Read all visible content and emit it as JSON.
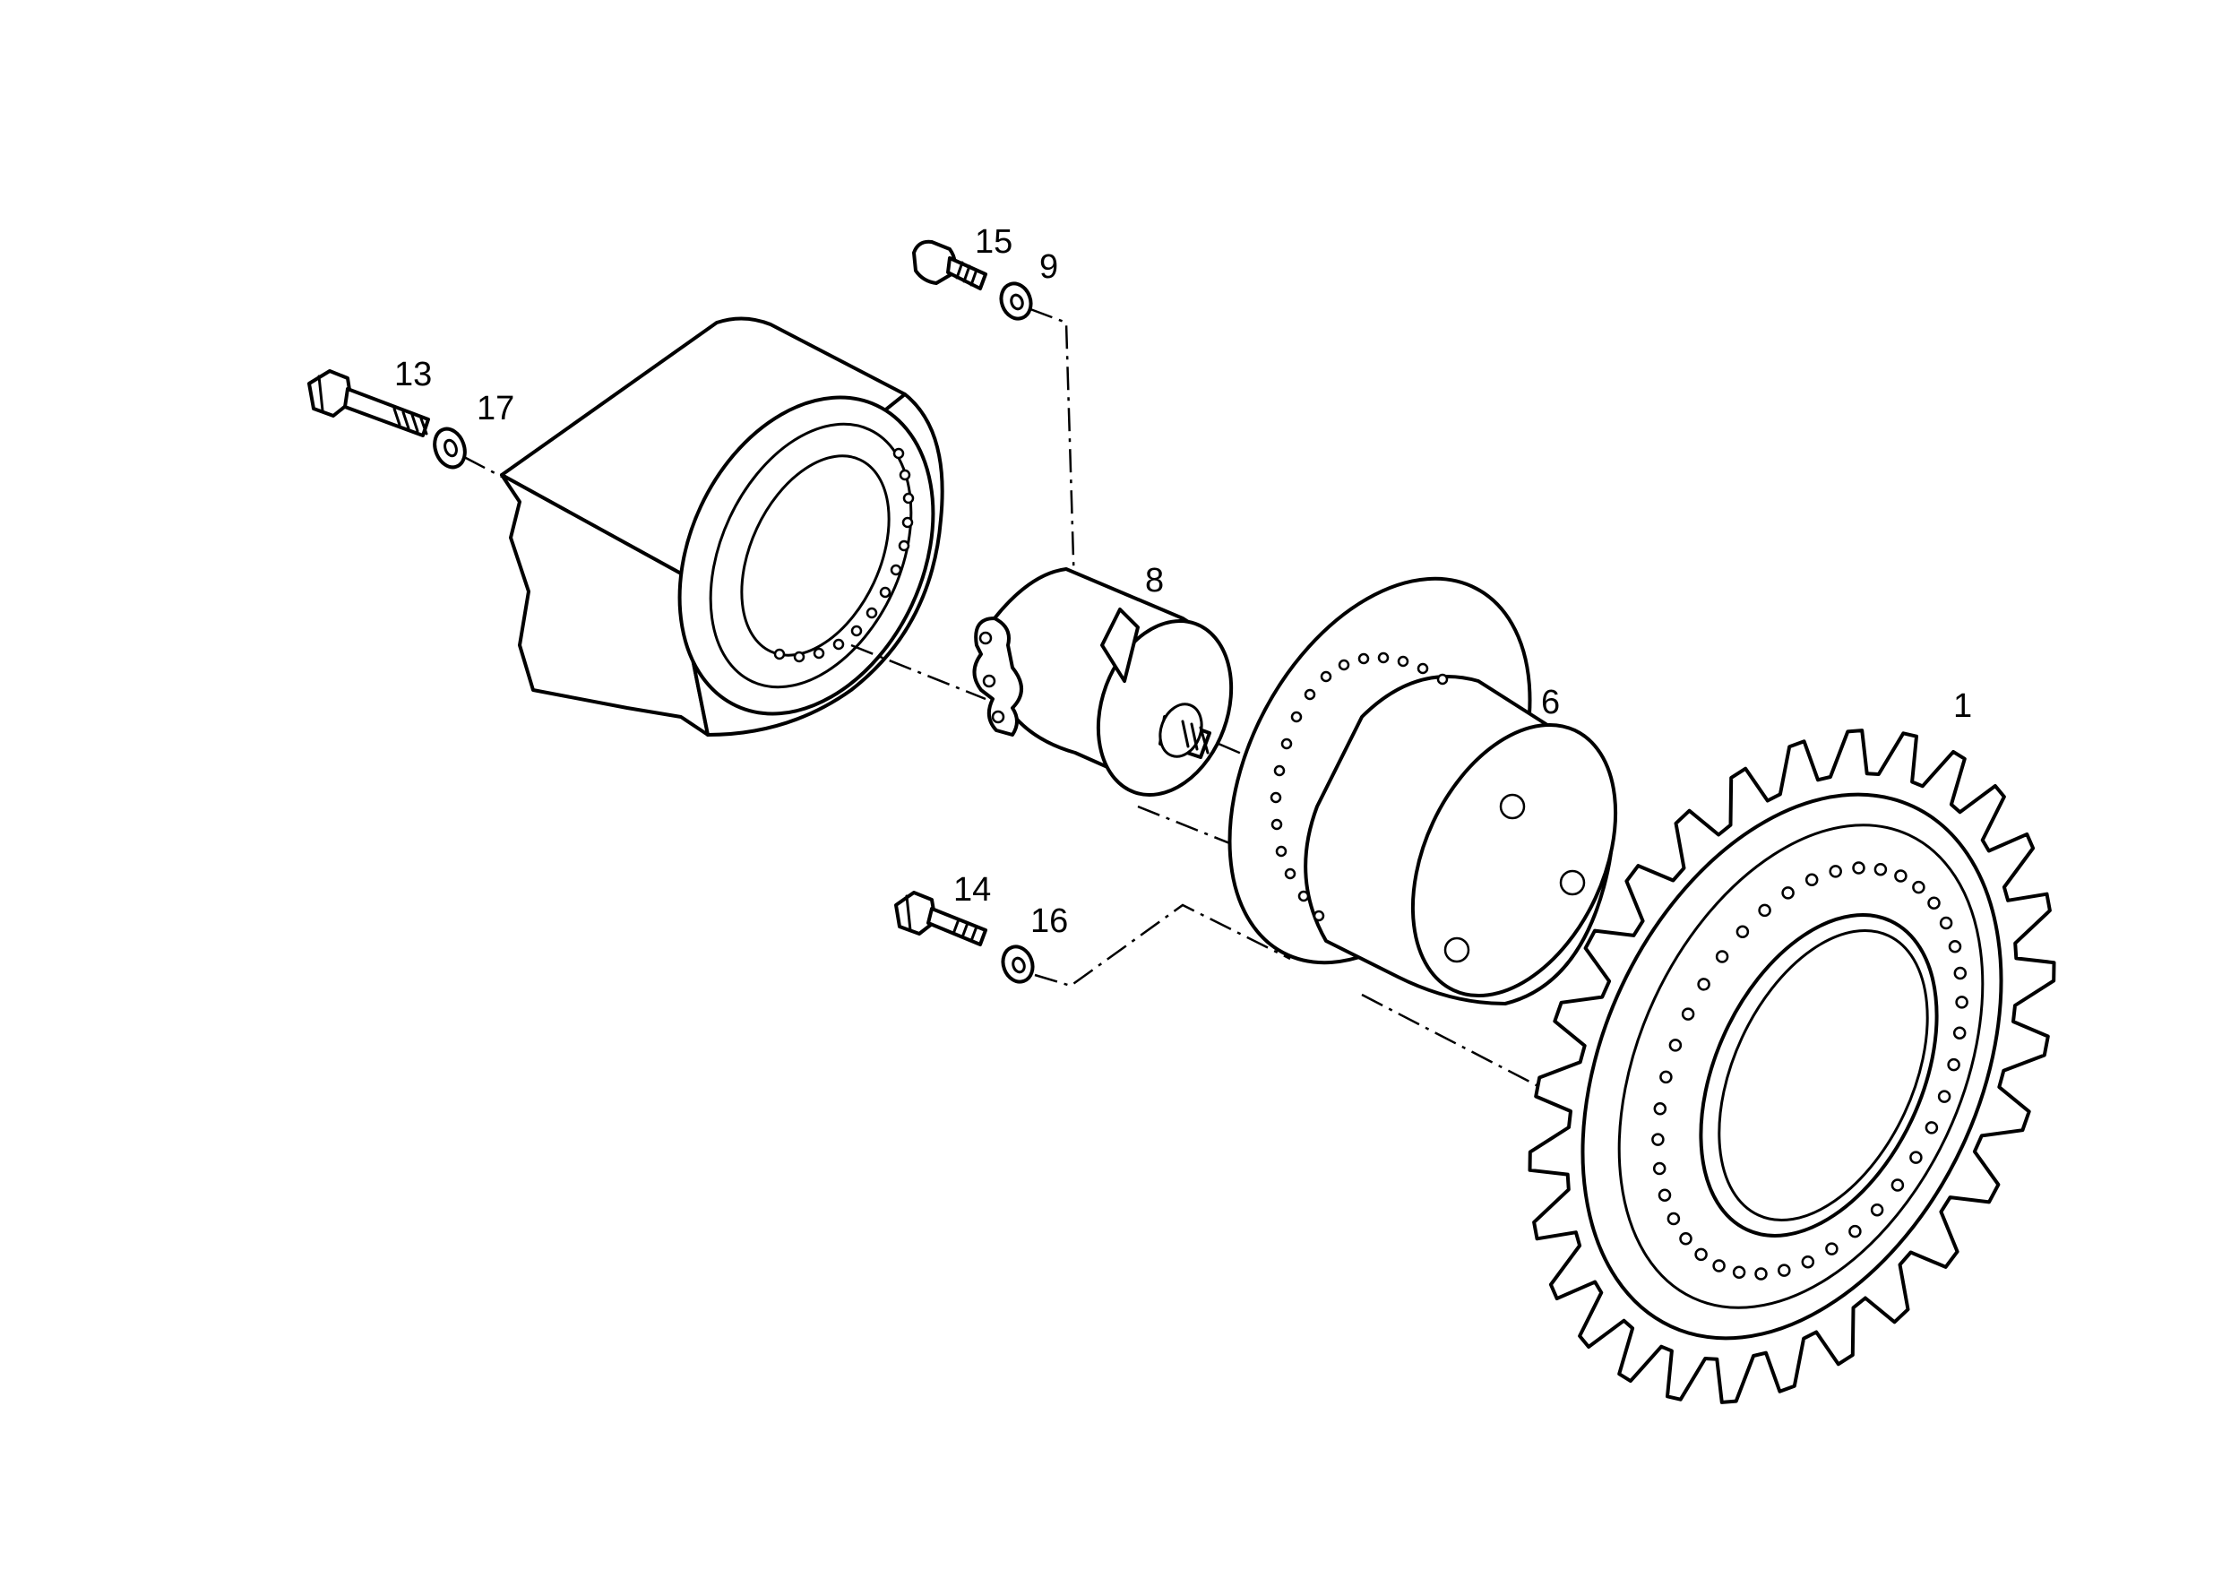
{
  "labels": {
    "sprocket": "1",
    "hub": "6",
    "motor": "8",
    "washer_top": "9",
    "bolt_left": "13",
    "bolt_bottom": "14",
    "bolt_top": "15",
    "washer_bottom": "16",
    "washer_left": "17"
  },
  "colors": {
    "ink": "#000000",
    "paper": "#ffffff"
  }
}
